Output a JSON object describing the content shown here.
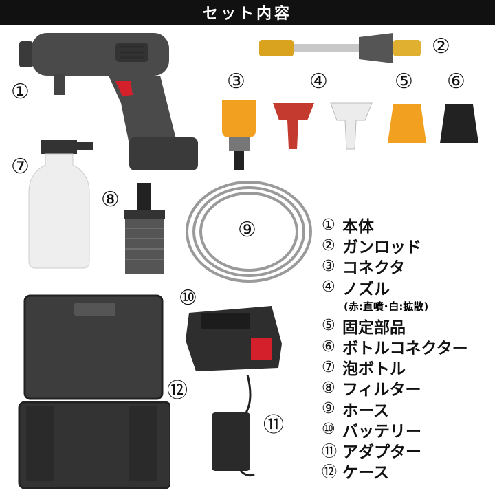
{
  "title": "セット内容",
  "badges": [
    "①",
    "②",
    "③",
    "④",
    "⑤",
    "⑥",
    "⑦",
    "⑧",
    "⑨",
    "⑩",
    "⑪",
    "⑫"
  ],
  "legend": [
    {
      "num": "①",
      "label": "本体"
    },
    {
      "num": "②",
      "label": "ガンロッド"
    },
    {
      "num": "③",
      "label": "コネクタ"
    },
    {
      "num": "④",
      "label": "ノズル"
    },
    {
      "num": "⑤",
      "label": "固定部品"
    },
    {
      "num": "⑥",
      "label": "ボトルコネクター"
    },
    {
      "num": "⑦",
      "label": "泡ボトル"
    },
    {
      "num": "⑧",
      "label": "フィルター"
    },
    {
      "num": "⑨",
      "label": "ホース"
    },
    {
      "num": "⑩",
      "label": "バッテリー"
    },
    {
      "num": "⑪",
      "label": "アダプター"
    },
    {
      "num": "⑫",
      "label": "ケース"
    }
  ],
  "nozzle_note": "(赤:直噴･白:拡散)",
  "colors": {
    "accent_red": "#d4202a",
    "accent_orange": "#f2a020",
    "body_gray": "#4a4a4a"
  }
}
